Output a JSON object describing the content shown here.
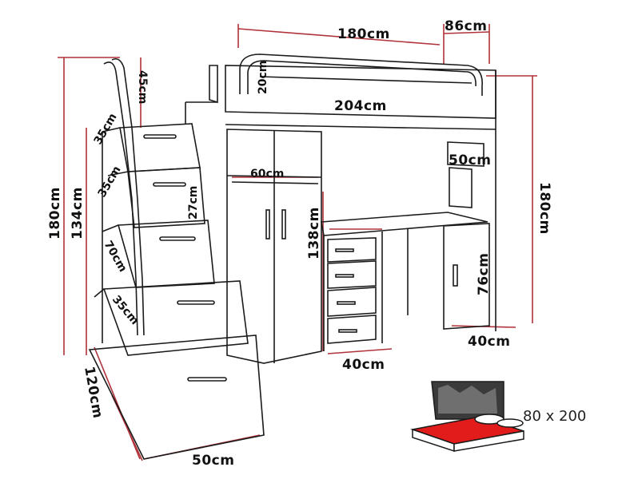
{
  "dimensions": {
    "bed_length_top": "180cm",
    "bed_width_top": "86cm",
    "rail_height": "20cm",
    "ladder_top": "45cm",
    "total_length": "204cm",
    "wardrobe_shelf": "60cm",
    "desk_side": "50cm",
    "right_height": "180cm",
    "left_height_outer": "180cm",
    "left_height_inner": "134cm",
    "step_a": "35cm",
    "step_b": "35cm",
    "step_c": "27cm",
    "step_d": "70cm",
    "step_e": "35cm",
    "wardrobe_height": "138cm",
    "desk_height": "76cm",
    "desk_depth": "40cm",
    "desk_front": "40cm",
    "stairs_depth": "120cm",
    "stairs_width": "50cm"
  },
  "mattress": {
    "size": "80 x 200",
    "color": "#e21b1b"
  },
  "colors": {
    "line": "#1b1b1b",
    "dimension": "#b0323a"
  }
}
